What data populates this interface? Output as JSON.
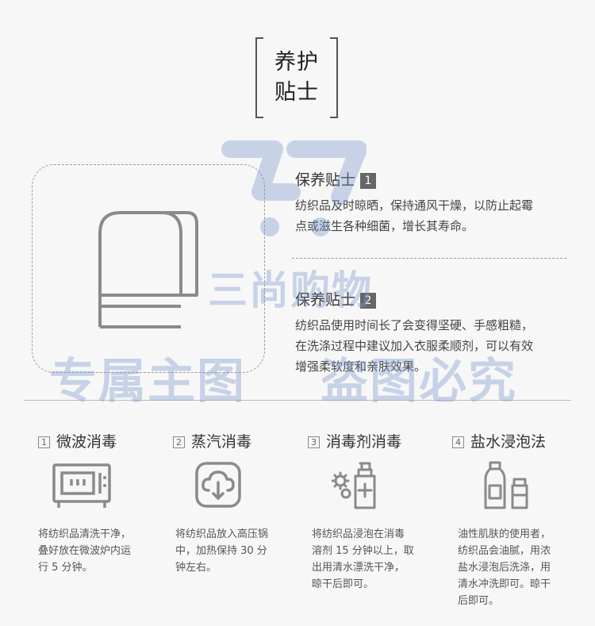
{
  "header": {
    "title_line1": "养护",
    "title_line2": "贴士"
  },
  "tips": [
    {
      "title": "保养贴士",
      "num": "1",
      "text_lines": [
        "纺织品及时晾晒，保持通风干燥，以防止起霉",
        "点或滋生各种细菌，增长其寿命。"
      ]
    },
    {
      "title": "保养贴士",
      "num": "2",
      "text_lines": [
        "纺织品使用时间长了会变得坚硬、手感粗糙，",
        "在洗涤过程中建议加入衣服柔顺剂，可以有效",
        "增强柔软度和亲肤效果。"
      ]
    }
  ],
  "methods": [
    {
      "num": "1",
      "label": "微波消毒",
      "icon": "microwave-icon",
      "desc_lines": [
        "将纺织品清洗干净，",
        "叠好放在微波炉内运",
        "行 5 分钟。"
      ]
    },
    {
      "num": "2",
      "label": "蒸汽消毒",
      "icon": "steam-icon",
      "desc_lines": [
        "将纺织品放入高压锅",
        "中，加热保持 30 分",
        "钟左右。"
      ]
    },
    {
      "num": "3",
      "label": "消毒剂消毒",
      "icon": "disinfectant-icon",
      "desc_lines": [
        "将纺织品浸泡在消毒",
        "溶剂 15 分钟以上，取",
        "出用清水漂洗干净，",
        "晾干后即可。"
      ]
    },
    {
      "num": "4",
      "label": "盐水浸泡法",
      "icon": "salt-bottles-icon",
      "desc_lines": [
        "油性肌肤的使用者，",
        "纺织品会油腻，用浓",
        "盐水浸泡后洗涤，用",
        "清水冲洗即可。晾干",
        "后即可。"
      ]
    }
  ],
  "watermark": {
    "line1": "三尚购物",
    "line2": "专属主图",
    "line3": "盗图必究"
  },
  "colors": {
    "background": "#f7f7f7",
    "icon_stroke": "#8a8a8a",
    "badge": "#666666",
    "watermark": "#7896cd"
  }
}
